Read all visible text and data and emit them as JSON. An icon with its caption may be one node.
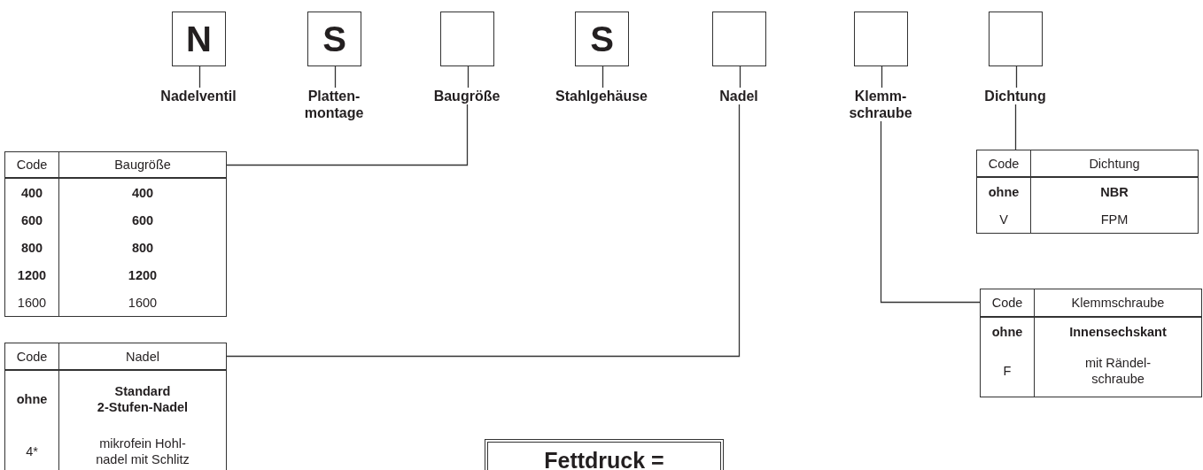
{
  "diagram": {
    "nodes": [
      {
        "text": [
          "N"
        ]
      },
      {
        "text": [
          "S"
        ]
      },
      {
        "text": [],
        "shape": "box"
      },
      {
        "text": [
          "S"
        ]
      },
      {
        "text": [],
        "shape": "box"
      },
      {
        "text": [],
        "shape": "box"
      },
      {
        "text": [],
        "shape": "box"
      },
      {
        "text": [
          "Nadelventil"
        ]
      },
      {
        "text": [
          "Platten- montage"
        ]
      },
      {
        "text": [
          "Baugröße"
        ]
      },
      {
        "text": [
          "Stahlgehäuse"
        ]
      },
      {
        "text": [
          "Nadel"
        ]
      },
      {
        "text": [
          "Klemm- schraube"
        ]
      },
      {
        "text": [
          "Dichtung"
        ]
      },
      {
        "text": [
          "Code",
          "Baugröße",
          "400",
          "400",
          "600",
          "600",
          "800",
          "800",
          "1200",
          "1200",
          "1600",
          "1600"
        ]
      },
      {
        "text": [
          "Code",
          "Dichtung",
          "ohne",
          "NBR",
          "V",
          "FPM"
        ]
      },
      {
        "text": [
          "Code",
          "Klemmschraube",
          "ohne",
          "Innensechskant",
          "F",
          "mit Rändel- schraube"
        ]
      },
      {
        "text": [
          "Code",
          "Nadel",
          "ohne",
          "Standard 2-Stufen-Nadel",
          "4*",
          "mikrofein Hohl- nadel mit Schlitz"
        ]
      },
      {
        "text": [
          "Fettdruck ="
        ]
      }
    ],
    "edges": [
      {
        "from": 0,
        "to": 7,
        "arrow": "none"
      },
      {
        "from": 1,
        "to": 8,
        "arrow": "none"
      },
      {
        "from": 2,
        "to": 9,
        "arrow": "none"
      },
      {
        "from": 3,
        "to": 10,
        "arrow": "none"
      },
      {
        "from": 4,
        "to": 11,
        "arrow": "none"
      },
      {
        "from": 5,
        "to": 12,
        "arrow": "none"
      },
      {
        "from": 6,
        "to": 13,
        "arrow": "none"
      },
      {
        "from": 9,
        "to": 14,
        "arrow": "none"
      },
      {
        "from": 13,
        "to": 15,
        "arrow": "none"
      },
      {
        "from": 12,
        "to": 16,
        "arrow": "none"
      },
      {
        "from": 11,
        "to": 17,
        "arrow": "none"
      }
    ]
  }
}
